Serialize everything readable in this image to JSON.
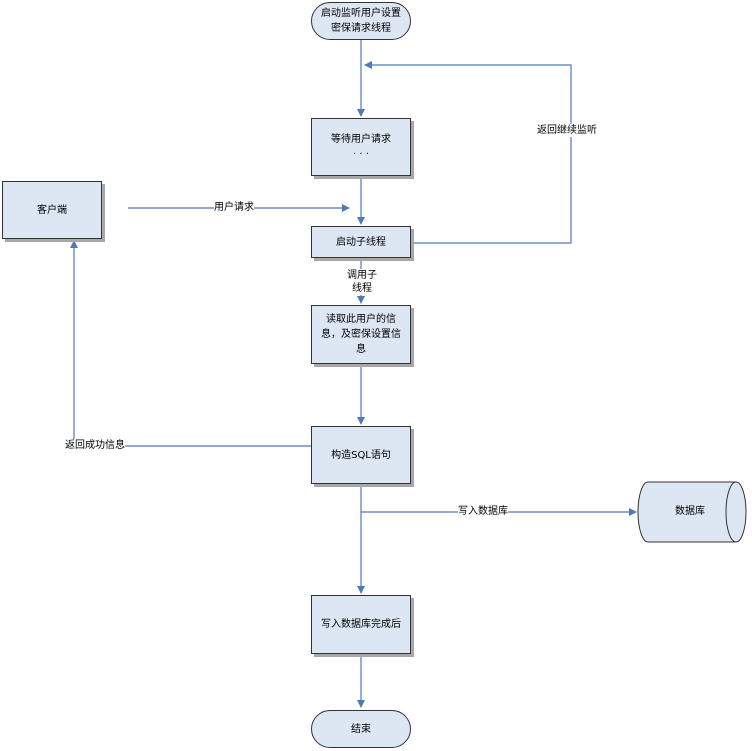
{
  "nodes": {
    "start": {
      "line1": "启动监听用户设置",
      "line2": "密保请求线程"
    },
    "wait": {
      "line1": "等待用户请求",
      "line2": "· · ·"
    },
    "client": {
      "label": "客户端"
    },
    "spawn": {
      "label": "启动子线程"
    },
    "read": {
      "line1": "读取此用户的信",
      "line2": "息，及密保设置信",
      "line3": "息"
    },
    "build": {
      "label": "构造SQL语句"
    },
    "db": {
      "label": "数据库"
    },
    "after_write": {
      "label": "写入数据库完成后"
    },
    "end": {
      "label": "结束"
    }
  },
  "edges": {
    "user_request": "用户请求",
    "return_listen": "返回继续监听",
    "call_child_1": "调用子",
    "call_child_2": "线程",
    "return_success": "返回成功信息",
    "write_db": "写入数据库"
  },
  "colors": {
    "node_fill": "#dde6f3",
    "edge": "#4f7ab8",
    "border": "#333333"
  }
}
